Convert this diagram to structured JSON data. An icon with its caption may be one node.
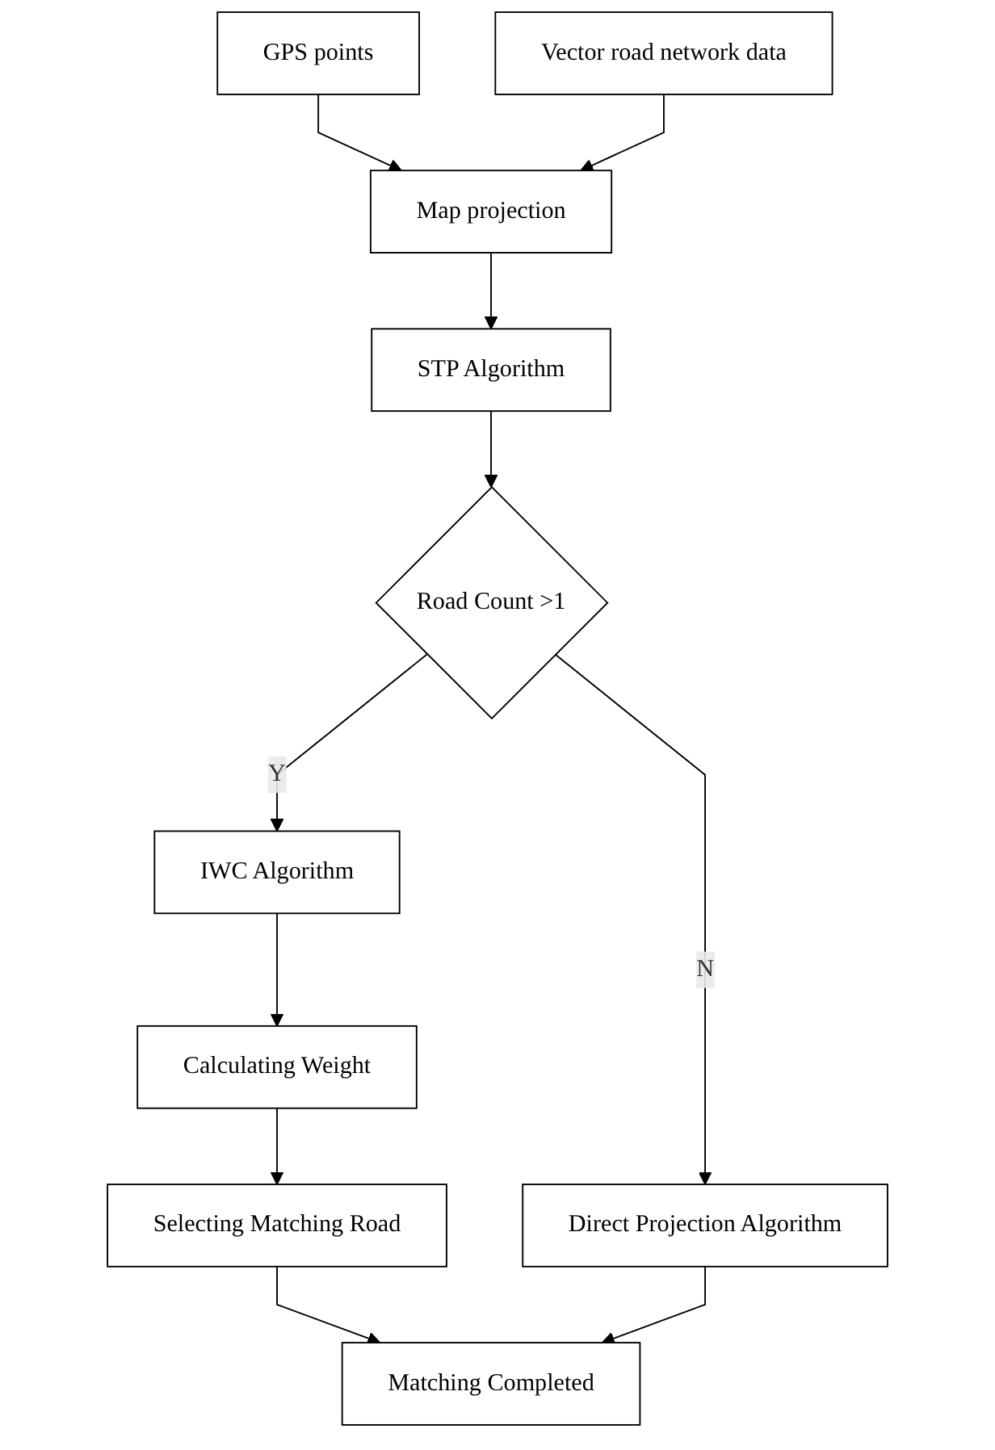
{
  "diagram": {
    "nodes": [
      {
        "text": [
          "GPS points"
        ]
      },
      {
        "text": [
          "Vector road network data"
        ]
      },
      {
        "text": [
          "Map projection"
        ]
      },
      {
        "text": [
          "STP Algorithm"
        ]
      },
      {
        "text": [
          "Road Count >1"
        ]
      },
      {
        "text": [
          "IWC Algorithm"
        ]
      },
      {
        "text": [
          "Direct Projection Algorithm"
        ]
      },
      {
        "text": [
          "Calculating Weight"
        ]
      },
      {
        "text": [
          "Selecting Matching Road"
        ]
      },
      {
        "text": [
          "Matching Completed"
        ]
      }
    ],
    "edges": [
      {
        "from": 0,
        "to": 2,
        "arrow": "to"
      },
      {
        "from": 1,
        "to": 2,
        "arrow": "to"
      },
      {
        "from": 2,
        "to": 3,
        "arrow": "to"
      },
      {
        "from": 3,
        "to": 4,
        "arrow": "to"
      },
      {
        "from": 4,
        "to": 5,
        "label": "Y",
        "arrow": "to"
      },
      {
        "from": 4,
        "to": 6,
        "label": "N",
        "arrow": "to"
      },
      {
        "from": 5,
        "to": 7,
        "arrow": "to"
      },
      {
        "from": 7,
        "to": 8,
        "arrow": "to"
      },
      {
        "from": 8,
        "to": 9,
        "arrow": "to"
      },
      {
        "from": 6,
        "to": 9,
        "arrow": "to"
      }
    ]
  }
}
